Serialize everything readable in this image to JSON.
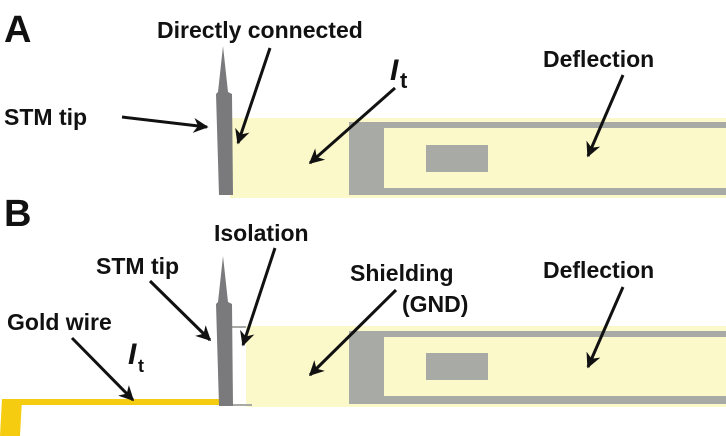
{
  "figure": {
    "panels": [
      {
        "id": "A",
        "letter": "A",
        "labels": {
          "stm_tip": "STM tip",
          "directly_connected": "Directly connected",
          "current_symbol": "I",
          "current_subscript": "t",
          "deflection": "Deflection"
        }
      },
      {
        "id": "B",
        "letter": "B",
        "labels": {
          "stm_tip": "STM tip",
          "isolation": "Isolation",
          "gold_wire": "Gold wire",
          "current_symbol": "I",
          "current_subscript": "t",
          "shielding": "Shielding",
          "shielding_sub": "(GND)",
          "deflection": "Deflection"
        }
      }
    ],
    "colors": {
      "cantilever_fill": "#fbf8c9",
      "frame_gray": "#a7aaa5",
      "tip_gray": "#7a7a7c",
      "gold_wire": "#f5cc10",
      "text": "#111111",
      "arrow": "#111111"
    }
  }
}
